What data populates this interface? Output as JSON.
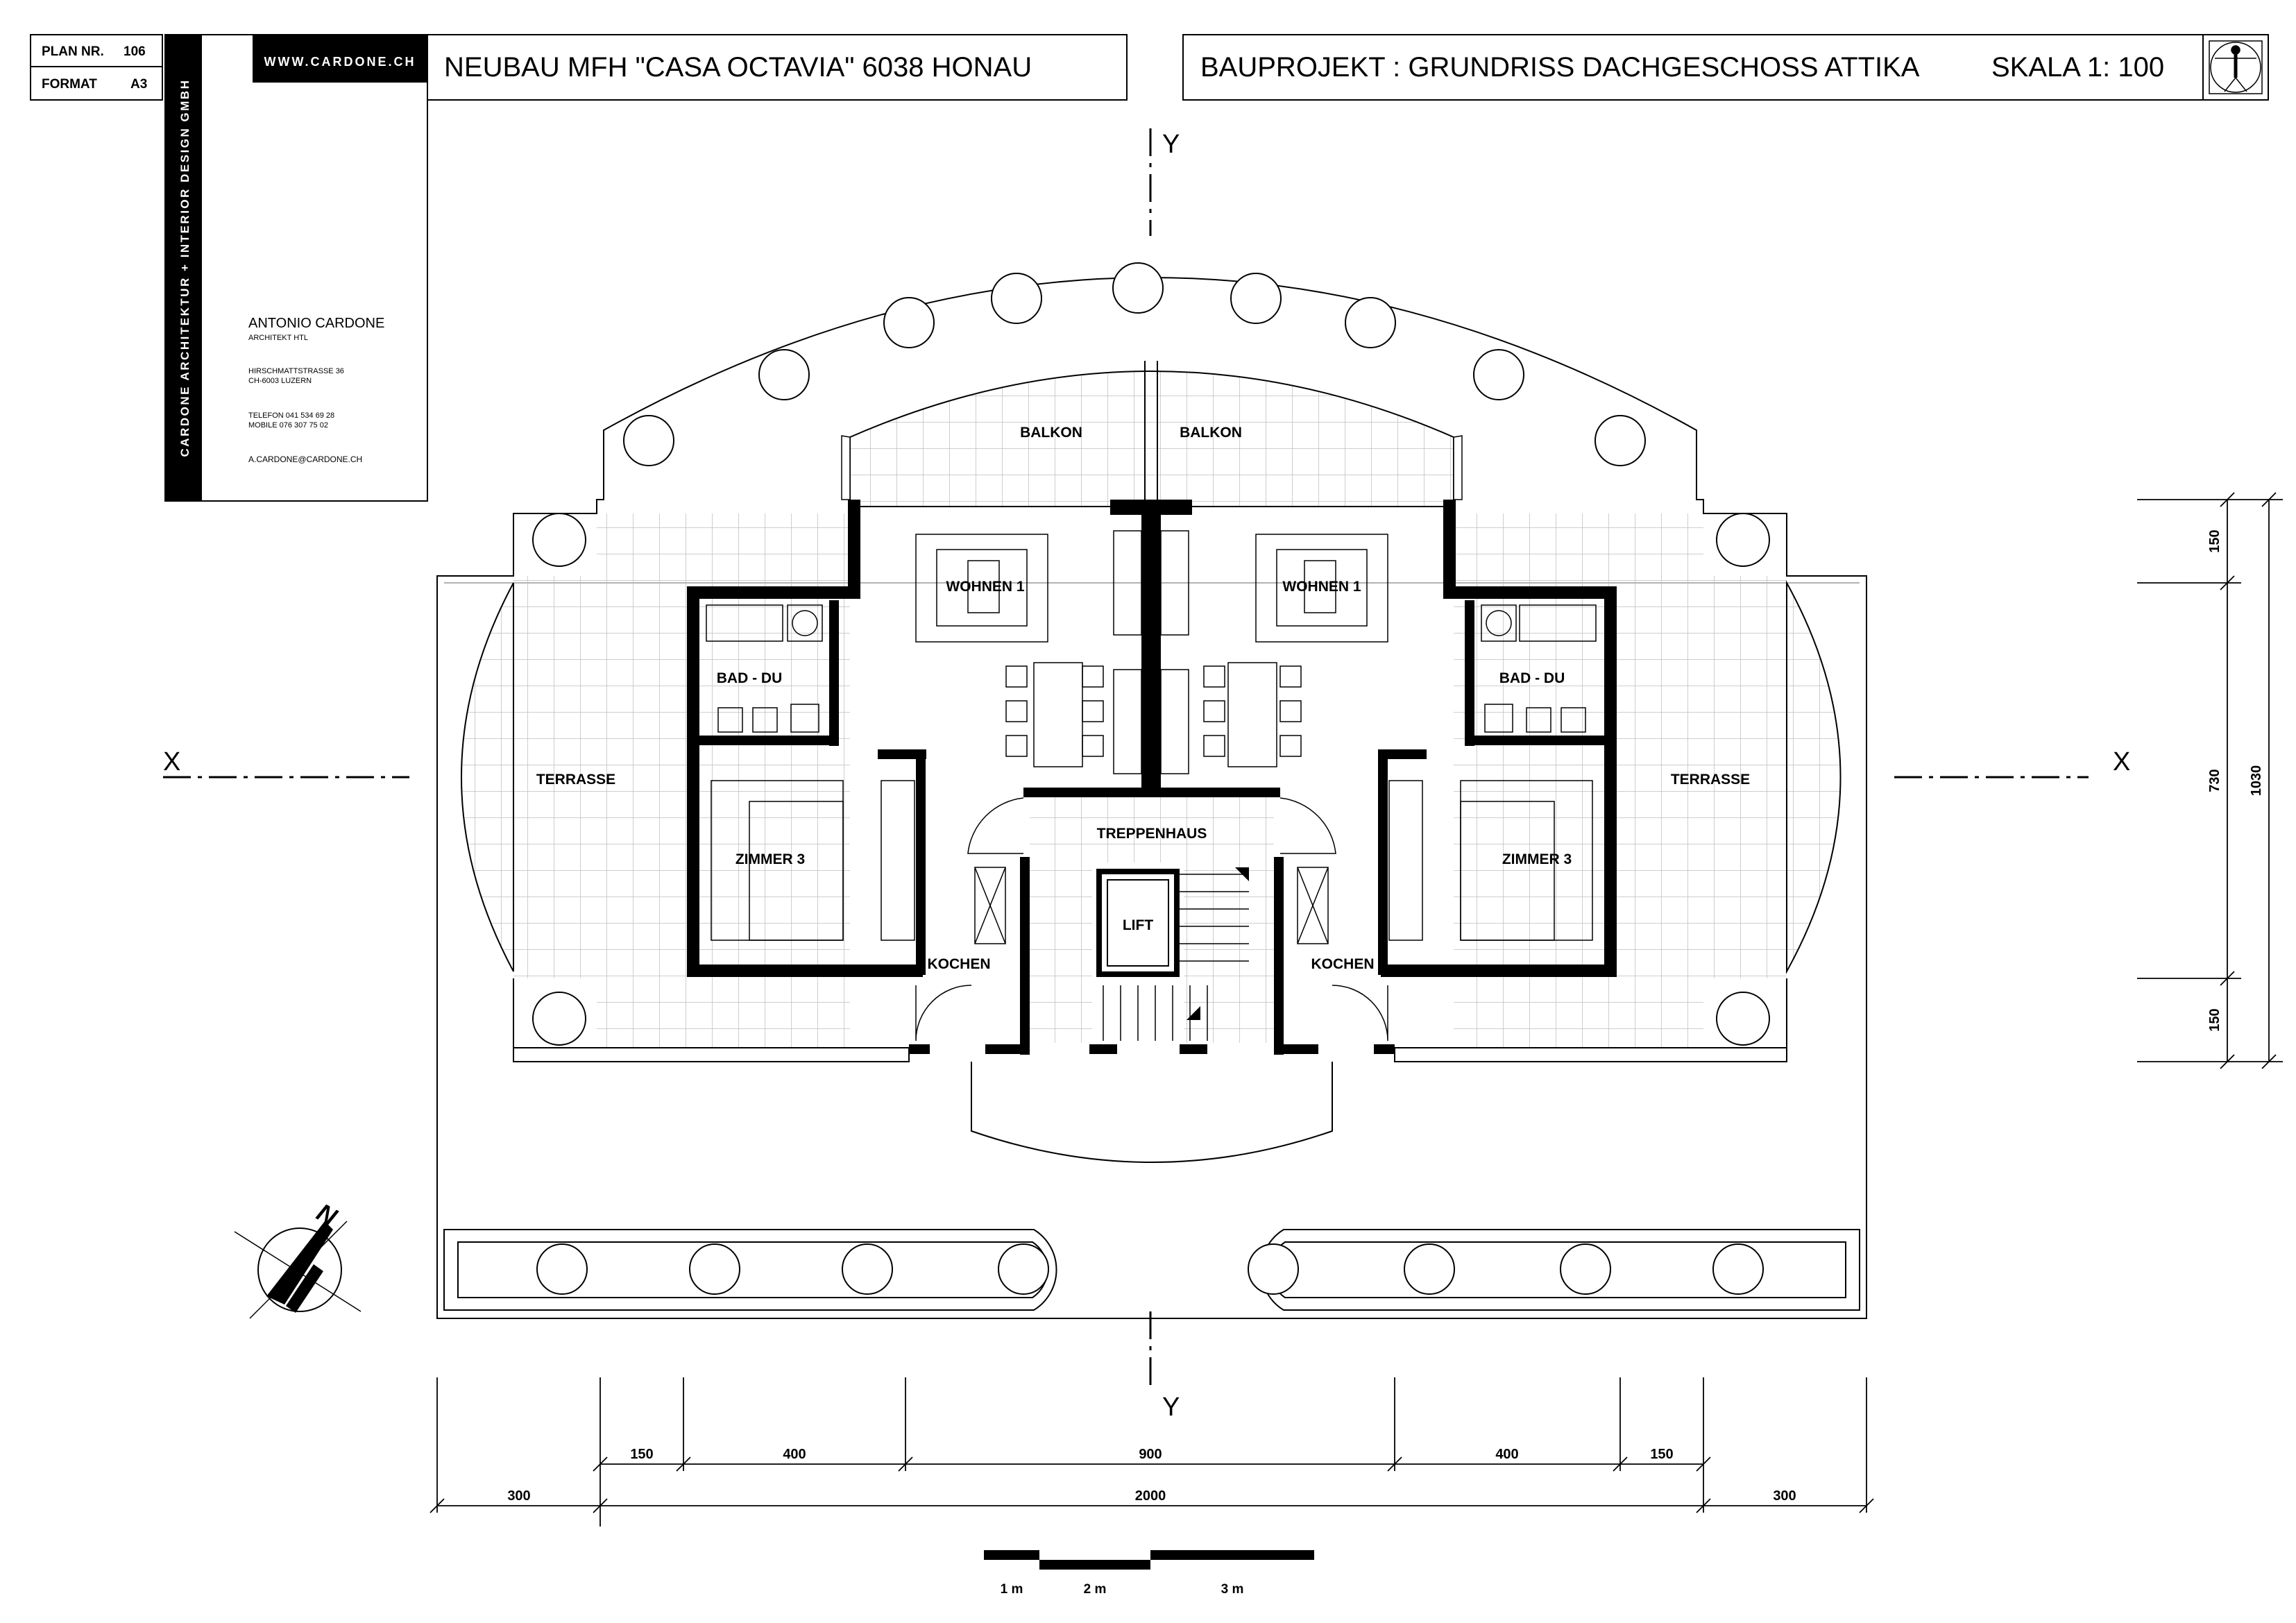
{
  "title_block": {
    "plan_nr_label": "PLAN NR.",
    "plan_nr_value": "106",
    "format_label": "FORMAT",
    "format_value": "A3",
    "website": "WWW.CARDONE.CH",
    "vertical_company": "CARDONE ARCHITEKTUR  +  INTERIOR DESIGN GMBH",
    "architect_name": "ANTONIO CARDONE",
    "architect_title": "ARCHITEKT HTL",
    "address_line1": "HIRSCHMATTSTRASSE 36",
    "address_line2": "CH-6003 LUZERN",
    "phone": "TELEFON 041 534 69 28",
    "mobile": "MOBILE    076 307 75 02",
    "email": "A.CARDONE@CARDONE.CH"
  },
  "header": {
    "project_title": "NEUBAU MFH  \"CASA OCTAVIA\"  6038 HONAU",
    "drawing_title": "BAUPROJEKT : GRUNDRISS  DACHGESCHOSS  ATTIKA",
    "scale": "SKALA  1: 100"
  },
  "axes": {
    "y_top": "Y",
    "y_bottom": "Y",
    "x_left": "X",
    "x_right": "X"
  },
  "rooms": {
    "balkon_left": "BALKON",
    "balkon_right": "BALKON",
    "wohnen_left": "WOHNEN 1",
    "wohnen_right": "WOHNEN 1",
    "bad_left": "BAD - DU",
    "bad_right": "BAD - DU",
    "terrasse_left": "TERRASSE",
    "terrasse_right": "TERRASSE",
    "zimmer_left": "ZIMMER   3",
    "zimmer_right": "ZIMMER   3",
    "treppenhaus": "TREPPENHAUS",
    "lift": "LIFT",
    "kochen_left": "KOCHEN",
    "kochen_right": "KOCHEN"
  },
  "north": "N",
  "dimensions": {
    "right": {
      "d150a": "150",
      "d730": "730",
      "d1030": "1030",
      "d150b": "150"
    },
    "bottom_row1": [
      "150",
      "400",
      "900",
      "400",
      "150"
    ],
    "bottom_row2": [
      "300",
      "2000",
      "300"
    ]
  },
  "scalebar": {
    "m1": "1 m",
    "m2": "2 m",
    "m3": "3 m"
  }
}
